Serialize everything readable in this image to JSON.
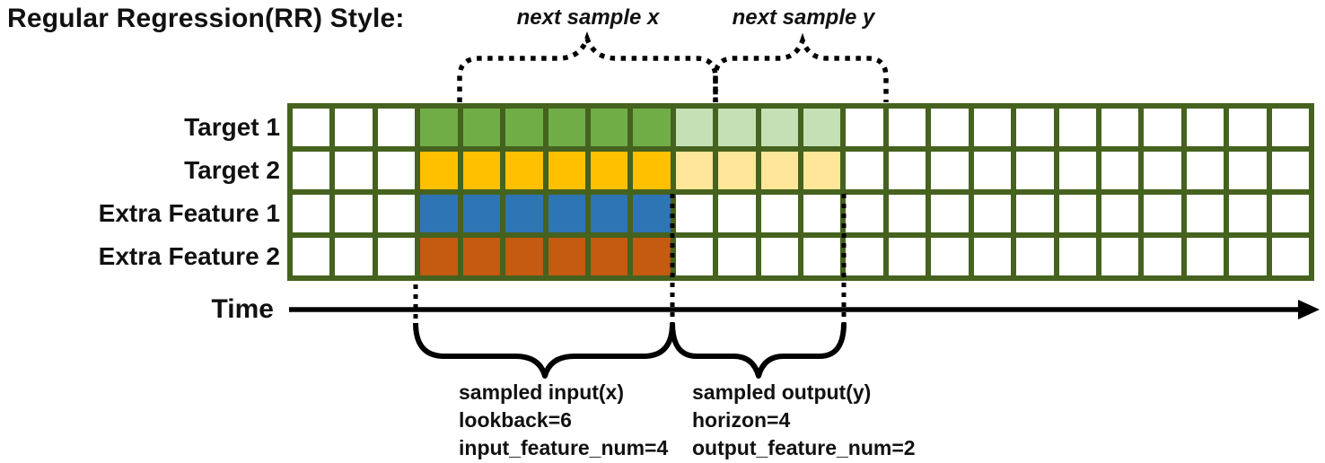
{
  "title": "Regular Regression(RR) Style:",
  "annotations": {
    "next_sample_x": "next sample x",
    "next_sample_y": "next sample y",
    "time_label": "Time",
    "input_lines": [
      "sampled input(x)",
      "lookback=6",
      "input_feature_num=4"
    ],
    "output_lines": [
      "sampled output(y)",
      "horizon=4",
      "output_feature_num=2"
    ]
  },
  "grid": {
    "columns": 24,
    "feature_rows": 4,
    "input_start_col": 4,
    "lookback": 6,
    "horizon": 4
  },
  "rows": [
    {
      "label": "Target 1",
      "main": "#70AD47",
      "light": "#C5E0B4"
    },
    {
      "label": "Target 2",
      "main": "#FFC000",
      "light": "#FFE699"
    },
    {
      "label": "Extra Feature 1",
      "main": "#2E75B6",
      "light": null
    },
    {
      "label": "Extra Feature 2",
      "main": "#C55A11",
      "light": null
    }
  ],
  "colors": {
    "grid_border": "#45621E",
    "empty_cell": "#FFFFFF",
    "annotation_stroke": "#000000",
    "text": "#111111"
  }
}
